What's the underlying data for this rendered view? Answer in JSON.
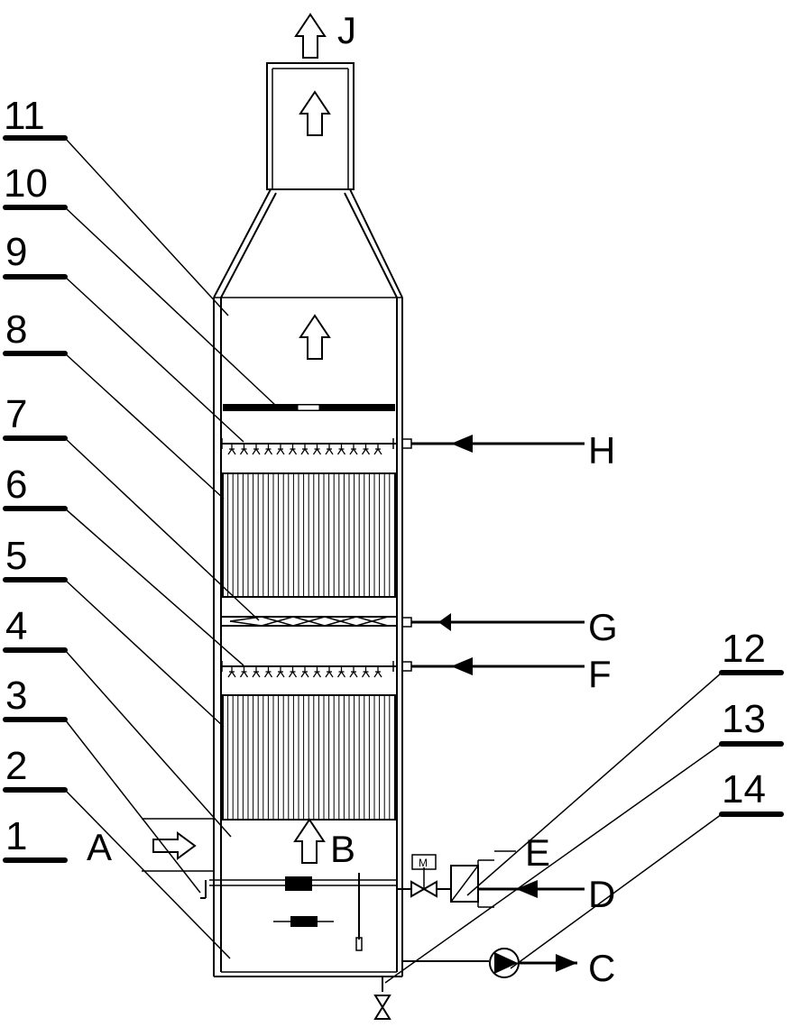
{
  "labels": {
    "n1": "1",
    "n2": "2",
    "n3": "3",
    "n4": "4",
    "n5": "5",
    "n6": "6",
    "n7": "7",
    "n8": "8",
    "n9": "9",
    "n10": "10",
    "n11": "11",
    "n12": "12",
    "n13": "13",
    "n14": "14"
  },
  "letters": {
    "A": "A",
    "B": "B",
    "C": "C",
    "D": "D",
    "E": "E",
    "F": "F",
    "G": "G",
    "H": "H",
    "J": "J"
  },
  "valve_motor": "M"
}
